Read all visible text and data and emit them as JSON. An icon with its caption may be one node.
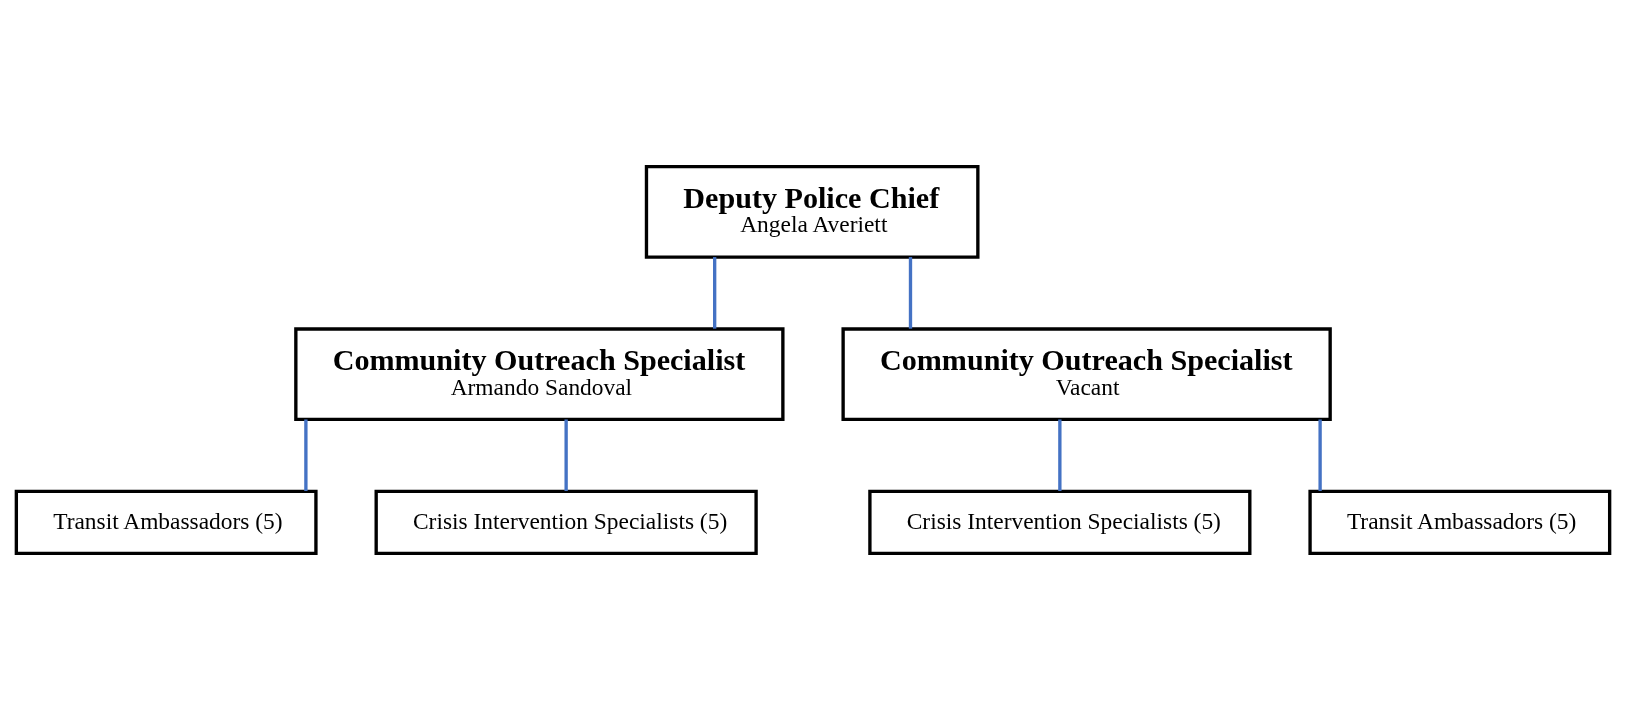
{
  "diagram": {
    "nodes": [
      {
        "text": [
          "Deputy Police Chief",
          "Angela Averiett"
        ]
      },
      {
        "text": [
          "Community Outreach Specialist",
          "Armando Sandoval"
        ]
      },
      {
        "text": [
          "Community Outreach Specialist",
          "Vacant"
        ]
      },
      {
        "text": [
          "Transit Ambassadors (5)"
        ]
      },
      {
        "text": [
          "Crisis Intervention Specialists (5)"
        ]
      },
      {
        "text": [
          "Crisis Intervention Specialists (5)"
        ]
      },
      {
        "text": [
          "Transit Ambassadors (5)"
        ]
      }
    ],
    "edges": [
      {
        "from": 0,
        "to": 1,
        "arrow": "none"
      },
      {
        "from": 0,
        "to": 2,
        "arrow": "none"
      },
      {
        "from": 1,
        "to": 3,
        "arrow": "none"
      },
      {
        "from": 1,
        "to": 4,
        "arrow": "none"
      },
      {
        "from": 2,
        "to": 5,
        "arrow": "none"
      },
      {
        "from": 2,
        "to": 6,
        "arrow": "none"
      }
    ]
  }
}
